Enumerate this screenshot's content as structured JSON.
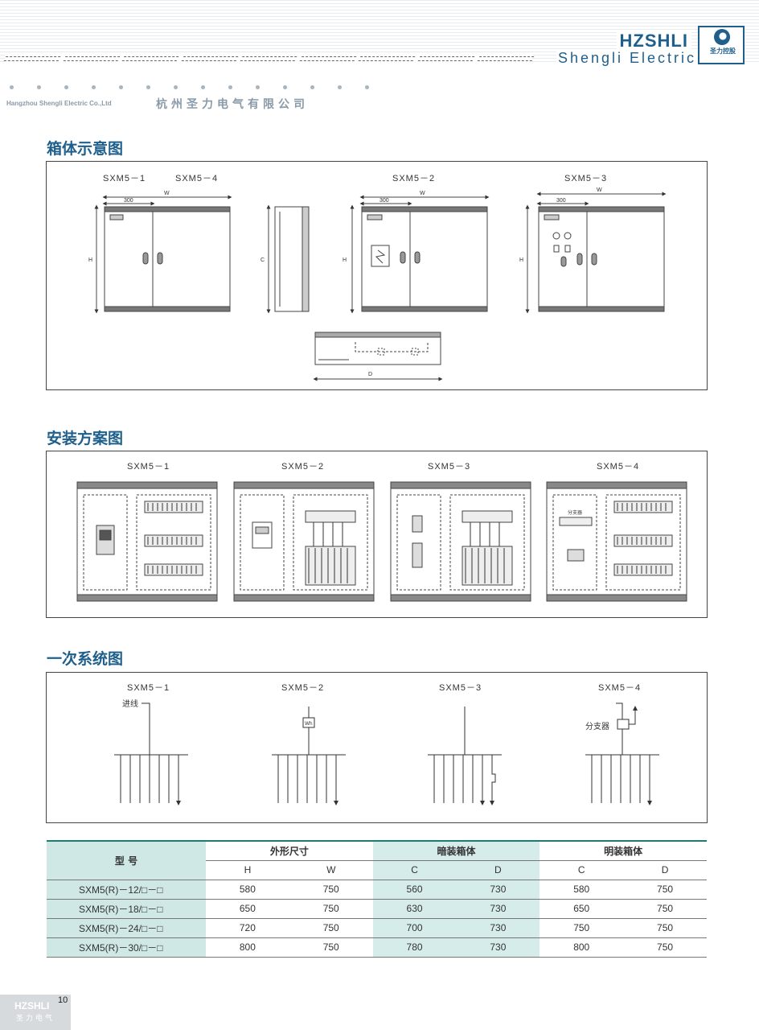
{
  "header": {
    "brand": "HZSHLI",
    "tagline": "Shengli Electric",
    "logo_text": "圣力控股",
    "company_en": "Hangzhou Shengli Electric Co.,Ltd",
    "company_cn": "杭州圣力电气有限公司"
  },
  "section1": {
    "title": "箱体示意图",
    "labels": {
      "sxm5_1": "SXM5－1",
      "sxm5_4": "SXM5－4",
      "sxm5_2": "SXM5－2",
      "sxm5_3": "SXM5－3",
      "w": "W",
      "h": "H",
      "c": "C",
      "d": "D",
      "dim300": "300"
    }
  },
  "section2": {
    "title": "安装方案图",
    "labels": [
      "SXM5－1",
      "SXM5－2",
      "SXM5－3",
      "SXM5－4"
    ],
    "splitter": "分支器"
  },
  "section3": {
    "title": "一次系统图",
    "labels": [
      "SXM5－1",
      "SXM5－2",
      "SXM5－3",
      "SXM5－4"
    ],
    "incoming": "进线",
    "meter": "Wh",
    "splitter": "分支器"
  },
  "table": {
    "model_header": "型 号",
    "group1": "外形尺寸",
    "group2": "暗装箱体",
    "group3": "明装箱体",
    "subheaders": [
      "H",
      "W",
      "C",
      "D",
      "C",
      "D"
    ],
    "rows": [
      {
        "model": "SXM5(R)－12/□－□",
        "vals": [
          "580",
          "750",
          "560",
          "730",
          "580",
          "750"
        ]
      },
      {
        "model": "SXM5(R)－18/□－□",
        "vals": [
          "650",
          "750",
          "630",
          "730",
          "650",
          "750"
        ]
      },
      {
        "model": "SXM5(R)－24/□－□",
        "vals": [
          "720",
          "750",
          "700",
          "730",
          "750",
          "750"
        ]
      },
      {
        "model": "SXM5(R)－30/□－□",
        "vals": [
          "800",
          "750",
          "780",
          "730",
          "800",
          "750"
        ]
      }
    ]
  },
  "footer": {
    "brand": "HZSHLI",
    "cn": "圣力电气",
    "page": "10"
  }
}
